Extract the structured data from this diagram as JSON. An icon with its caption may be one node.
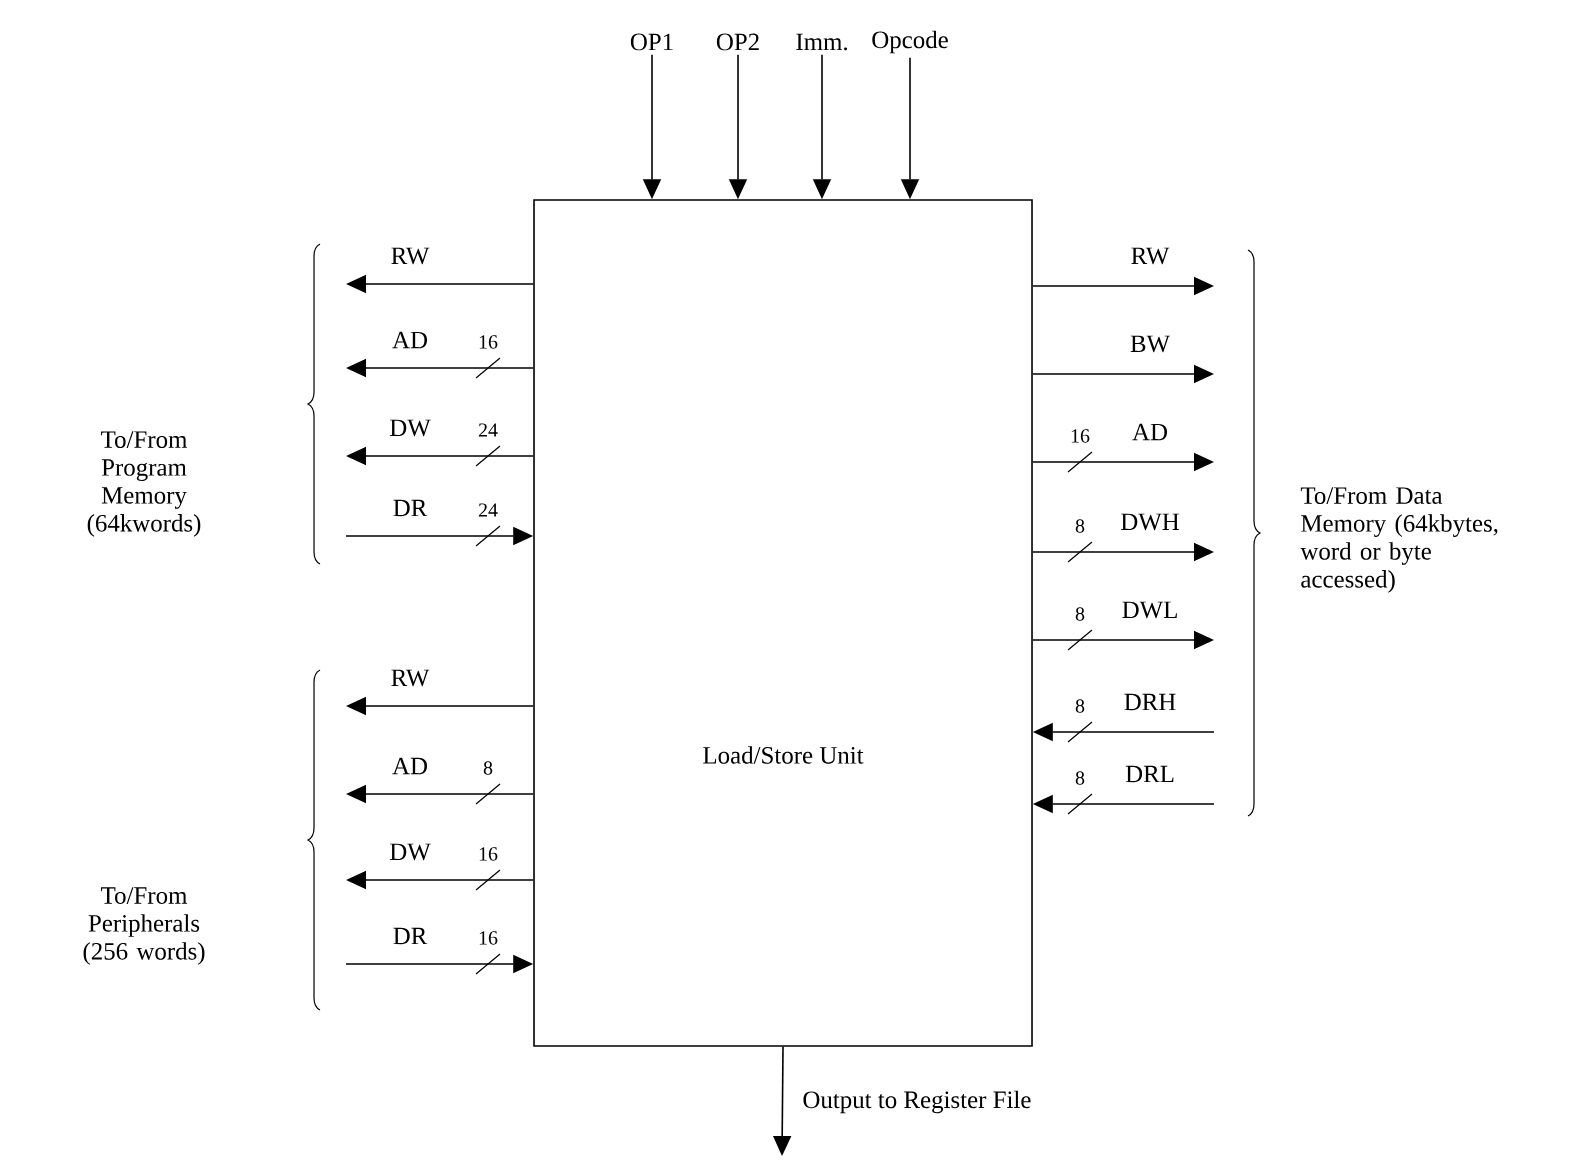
{
  "diagram": {
    "nodes": [
      {
        "text": [
          "Load/Store Unit"
        ]
      },
      {
        "text": [
          "OP1"
        ]
      },
      {
        "text": [
          "OP2"
        ]
      },
      {
        "text": [
          "Imm."
        ]
      },
      {
        "text": [
          "Opcode"
        ]
      }
    ],
    "edges": [
      {
        "from": 1,
        "to": 0,
        "arrow": "to"
      },
      {
        "from": 2,
        "to": 0,
        "arrow": "to"
      },
      {
        "from": 3,
        "to": 0,
        "arrow": "to"
      },
      {
        "from": 4,
        "to": 0,
        "arrow": "to"
      },
      {
        "from": 0,
        "to": null,
        "arrow": "to",
        "label": "RW"
      },
      {
        "from": 0,
        "to": null,
        "arrow": "to",
        "label": "AD"
      },
      {
        "from": 0,
        "to": null,
        "arrow": "to",
        "label": "DW"
      },
      {
        "from": null,
        "to": 0,
        "arrow": "to",
        "label": "DR"
      },
      {
        "from": 0,
        "to": null,
        "arrow": "to",
        "label": "RW"
      },
      {
        "from": 0,
        "to": null,
        "arrow": "to",
        "label": "AD"
      },
      {
        "from": 0,
        "to": null,
        "arrow": "to",
        "label": "DW"
      },
      {
        "from": null,
        "to": 0,
        "arrow": "to",
        "label": "DR"
      },
      {
        "from": 0,
        "to": null,
        "arrow": "to",
        "label": "RW"
      },
      {
        "from": 0,
        "to": null,
        "arrow": "to",
        "label": "BW"
      },
      {
        "from": 0,
        "to": null,
        "arrow": "to",
        "label": "AD"
      },
      {
        "from": 0,
        "to": null,
        "arrow": "to",
        "label": "DWH"
      },
      {
        "from": 0,
        "to": null,
        "arrow": "to",
        "label": "DWL"
      },
      {
        "from": null,
        "to": 0,
        "arrow": "to",
        "label": "DRH"
      },
      {
        "from": null,
        "to": 0,
        "arrow": "to",
        "label": "DRL"
      },
      {
        "from": 0,
        "to": null,
        "arrow": "to",
        "label": "Output to Register File"
      }
    ],
    "labels": [
      "16",
      "24",
      "24",
      "To/From Program Memory (64kwords)",
      "8",
      "16",
      "16",
      "To/From Peripherals (256 words)",
      "16",
      "8",
      "8",
      "8",
      "8",
      "To/From Data Memory (64kbytes, word or byte accessed)"
    ]
  }
}
